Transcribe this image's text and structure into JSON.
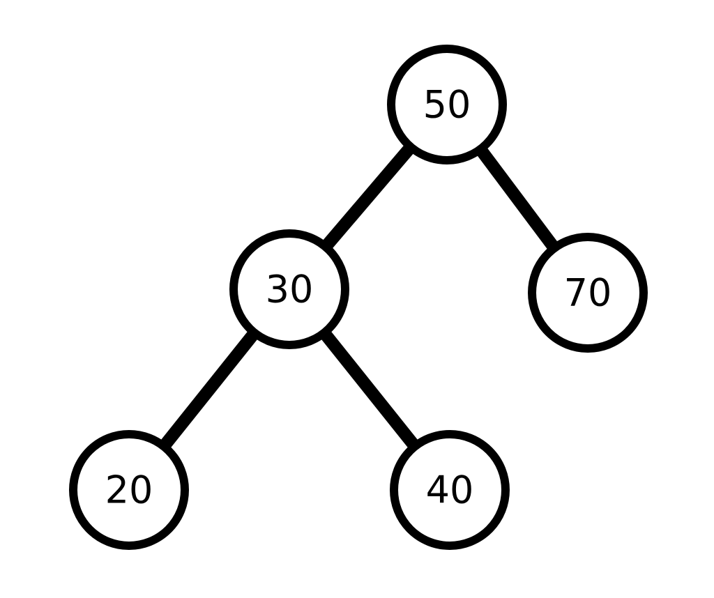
{
  "diagram": {
    "type": "binary-tree",
    "colors": {
      "background": "#ffffff",
      "stroke": "#000000",
      "node_fill": "#ffffff",
      "text": "#000000"
    },
    "nodes": [
      {
        "id": "n50",
        "label": "50"
      },
      {
        "id": "n30",
        "label": "30"
      },
      {
        "id": "n70",
        "label": "70"
      },
      {
        "id": "n20",
        "label": "20"
      },
      {
        "id": "n40",
        "label": "40"
      }
    ],
    "edges": [
      {
        "from": "n50",
        "to": "n30"
      },
      {
        "from": "n50",
        "to": "n70"
      },
      {
        "from": "n30",
        "to": "n20"
      },
      {
        "from": "n30",
        "to": "n40"
      }
    ]
  }
}
